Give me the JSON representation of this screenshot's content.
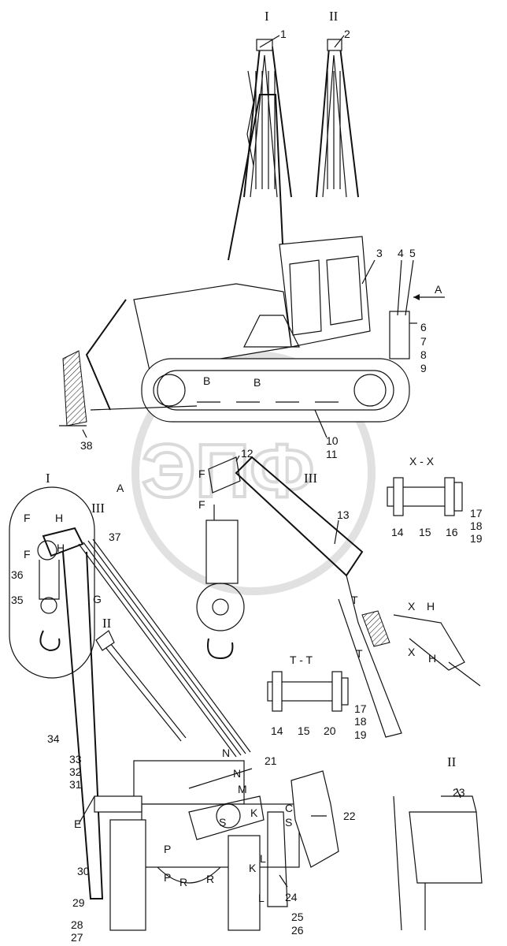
{
  "watermark": {
    "text": "ЭПФ",
    "color": "#c0c0c0"
  },
  "view_labels": {
    "I_top": "I",
    "II_top": "II",
    "A_arrow": "A",
    "I_detail": "I",
    "A_detail": "A",
    "III_detail": "III",
    "III_hook": "III",
    "II_mid": "II",
    "XX": "X - X",
    "TT": "T - T",
    "II_right": "II"
  },
  "callouts": {
    "c1": "1",
    "c2": "2",
    "c3": "3",
    "c4": "4",
    "c5": "5",
    "c6": "6",
    "c7": "7",
    "c8": "8",
    "c9": "9",
    "c10": "10",
    "c11": "11",
    "c12": "12",
    "c13": "13",
    "c14a": "14",
    "c15a": "15",
    "c16": "16",
    "c17a": "17",
    "c18a": "18",
    "c19a": "19",
    "c14b": "14",
    "c15b": "15",
    "c20": "20",
    "c17b": "17",
    "c18b": "18",
    "c19b": "19",
    "c21": "21",
    "c22": "22",
    "c23": "23",
    "c24": "24",
    "c25": "25",
    "c26": "26",
    "c27": "27",
    "c28": "28",
    "c29": "29",
    "c30": "30",
    "c31": "31",
    "c32": "32",
    "c33": "33",
    "c34": "34",
    "c35": "35",
    "c36": "36",
    "c37": "37",
    "c38": "38"
  },
  "section_marks": {
    "B1": "B",
    "B2": "B",
    "F1": "F",
    "F2": "F",
    "F3": "F",
    "F4": "F",
    "H1": "H",
    "H2": "H",
    "H3": "H",
    "H4": "H",
    "G": "G",
    "E": "E",
    "T1": "T",
    "T2": "T",
    "X1": "X",
    "X2": "X",
    "N1": "N",
    "N2": "N",
    "M": "M",
    "K1": "K",
    "K2": "K",
    "C": "C",
    "S1": "S",
    "S2": "S",
    "P1": "P",
    "P2": "P",
    "R1": "R",
    "R2": "R",
    "L1": "L",
    "L2": "L"
  }
}
